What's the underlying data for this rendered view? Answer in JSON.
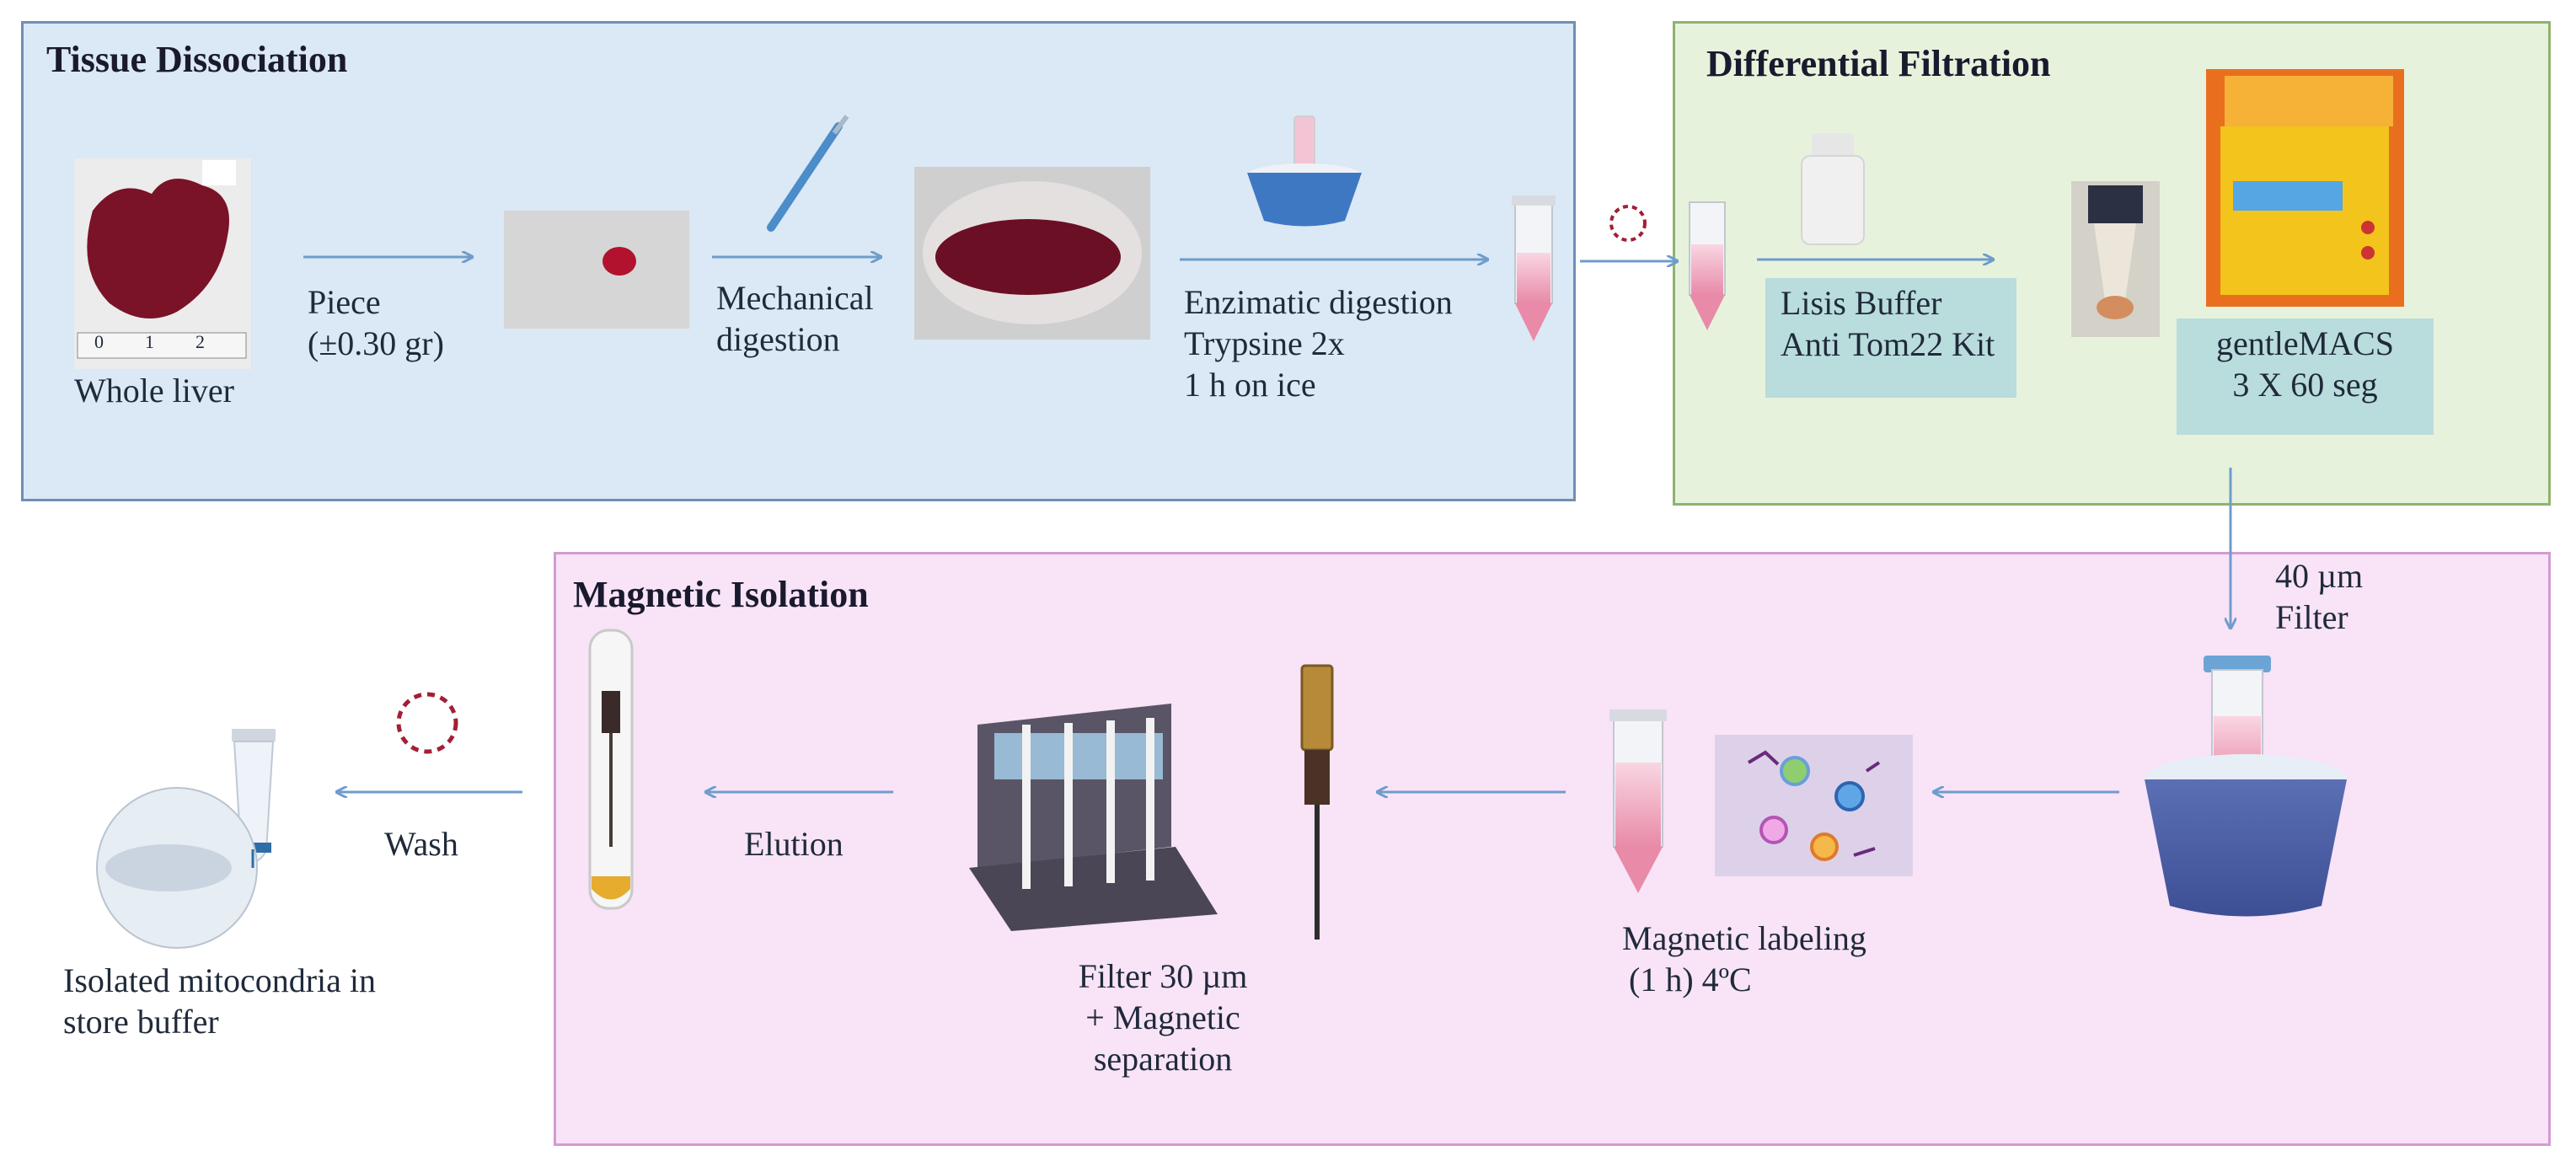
{
  "panels": {
    "tissue": {
      "title": "Tissue Dissociation"
    },
    "differential": {
      "title": "Differential Filtration"
    },
    "magnetic": {
      "title": "Magnetic Isolation"
    }
  },
  "steps": {
    "whole_liver": "Whole liver",
    "piece": [
      "Piece",
      "(±0.30 gr)"
    ],
    "mechanical": [
      "Mechanical",
      "digestion"
    ],
    "enzymatic": [
      "Enzimatic digestion",
      "Trypsine 2x",
      "1 h on ice"
    ],
    "lysis": [
      "Lisis Buffer",
      "Anti Tom22 Kit"
    ],
    "gentlemacs": [
      "gentleMACS",
      "3 X 60 seg"
    ],
    "filter40": [
      "40  µm",
      "Filter"
    ],
    "labeling": [
      "Magnetic labeling",
      "(1 h) 4ºC"
    ],
    "filter30": [
      "Filter 30 µm",
      "+ Magnetic",
      "separation"
    ],
    "elution": "Elution",
    "wash": "Wash",
    "isolated": [
      "Isolated mitocondria in",
      "store buffer"
    ]
  },
  "ruler_ticks": [
    "0",
    "1",
    "2"
  ],
  "colors": {
    "tissue_bg": "#dbe8f5",
    "differential_bg": "#e7f2dc",
    "magnetic_bg": "#f8e3f7",
    "arrow": "#6f9ccc",
    "label_box": "#b9dcdc",
    "liver": "#7a1228"
  }
}
